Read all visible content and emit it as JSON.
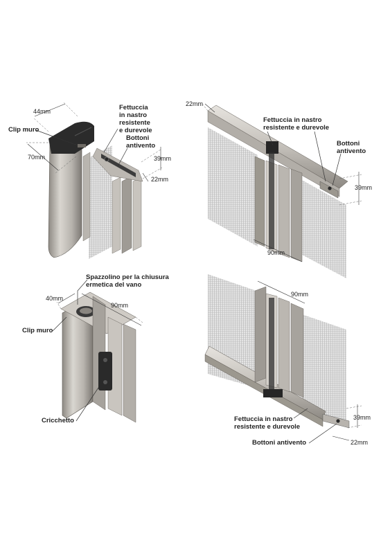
{
  "colors": {
    "profile_light": "#d4d1cb",
    "profile_mid": "#a8a49d",
    "profile_dark": "#6e6a64",
    "end_cap": "#2a2a2a",
    "mesh": "#9a9a9a"
  },
  "views": {
    "top_left": {
      "width_dim": "44mm",
      "clip_label": "Clip muro",
      "depth_dim": "70mm",
      "tape_label": [
        "Fettuccia",
        "in nastro",
        "resistente",
        "e durevole"
      ],
      "buttons_label": [
        "Bottoni",
        "antivento"
      ],
      "dim_39": "39mm",
      "dim_22": "22mm"
    },
    "top_right": {
      "dim_22": "22mm",
      "tape_label": [
        "Fettuccia in nastro",
        "resistente e durevole"
      ],
      "buttons_label": [
        "Bottoni",
        "antivento"
      ],
      "dim_39": "39mm",
      "dim_90": "90mm"
    },
    "bottom_left": {
      "brush_label": [
        "Spazzolino per la chiusura",
        "ermetica del vano"
      ],
      "dim_40": "40mm",
      "dim_90": "90mm",
      "clip_label": "Clip muro",
      "ratchet_label": "Cricchetto"
    },
    "bottom_right": {
      "dim_90": "90mm",
      "tape_label": [
        "Fettuccia in nastro",
        "resistente e durevole"
      ],
      "dim_39": "39mm",
      "buttons_label": "Bottoni antivento",
      "dim_22": "22mm"
    }
  }
}
